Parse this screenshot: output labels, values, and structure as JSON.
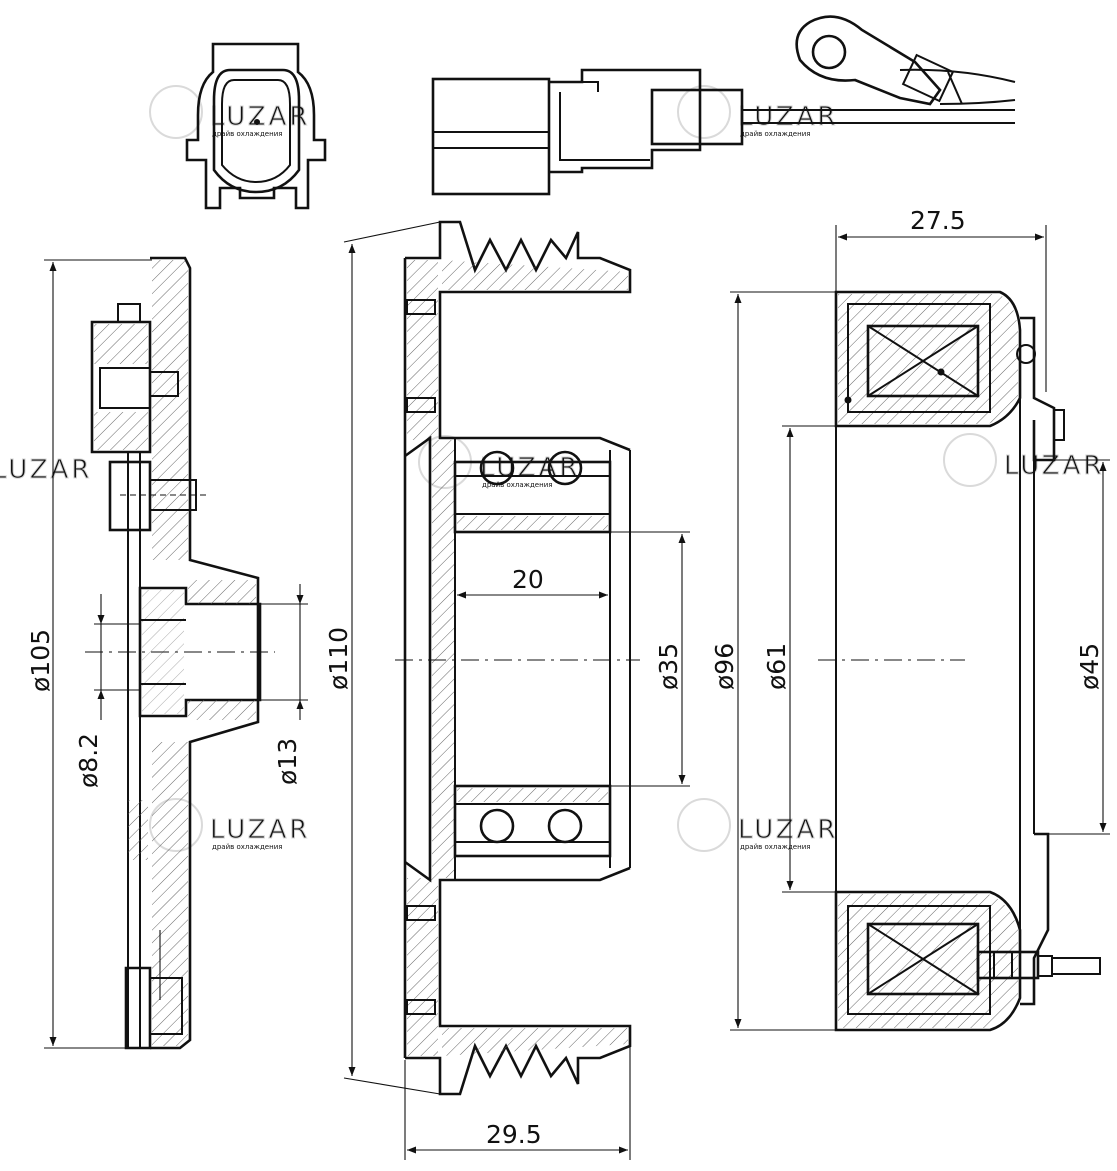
{
  "watermark": {
    "brand": "LUZAR",
    "tagline": "драйв охлаждения"
  },
  "dimensions": {
    "hub_outer_diameter": "ø105",
    "hub_bolt_diameter": "ø8.2",
    "hub_bore_diameter": "ø13",
    "pulley_outer_diameter": "ø110",
    "bearing_width": "20",
    "bearing_bore_diameter": "ø35",
    "pulley_width": "29.5",
    "coil_width": "27.5",
    "coil_outer_diameter": "ø96",
    "coil_inner_diameter": "ø61",
    "coil_mount_diameter": "ø45"
  }
}
